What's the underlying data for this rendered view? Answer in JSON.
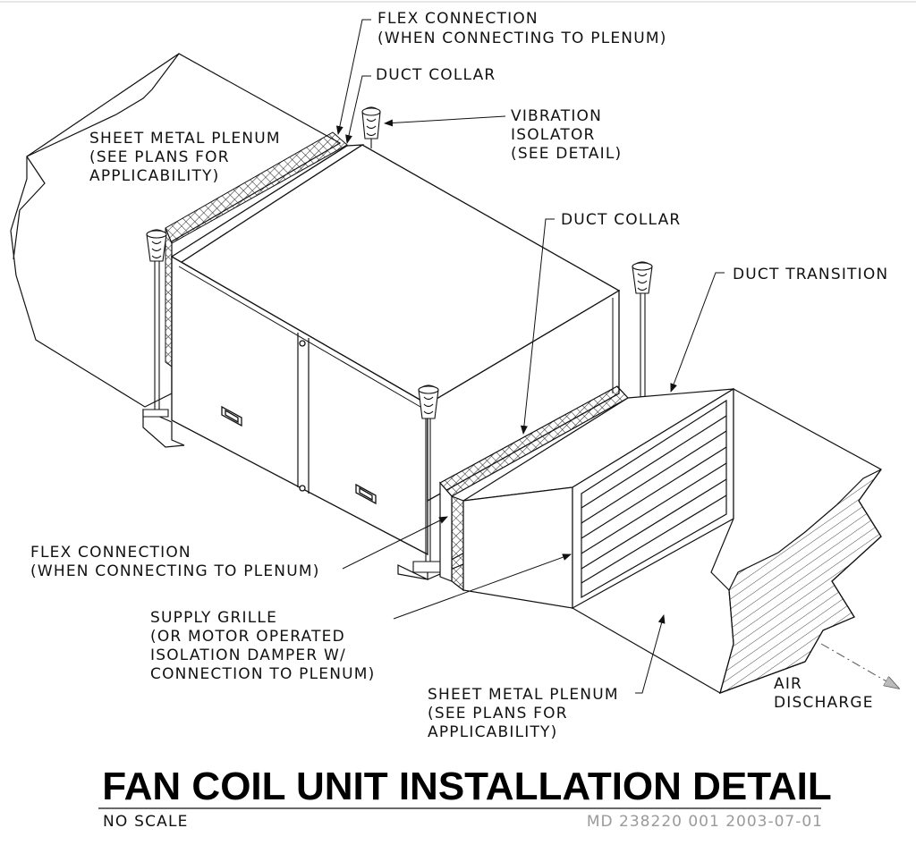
{
  "drawing": {
    "title": "FAN COIL UNIT INSTALLATION DETAIL",
    "scale_note": "NO SCALE",
    "reference": "MD 238220 001 2003-07-01"
  },
  "labels": {
    "flex_top": [
      "FLEX CONNECTION",
      "(WHEN CONNECTING TO PLENUM)"
    ],
    "duct_collar_top": [
      "DUCT COLLAR"
    ],
    "vibration_isolator": [
      "VIBRATION",
      "ISOLATOR",
      "(SEE DETAIL)"
    ],
    "plenum_left": [
      "SHEET METAL PLENUM",
      "(SEE PLANS FOR",
      "APPLICABILITY)"
    ],
    "duct_collar_mid": [
      "DUCT COLLAR"
    ],
    "duct_transition": [
      "DUCT TRANSITION"
    ],
    "flex_bottom": [
      "FLEX CONNECTION",
      "(WHEN CONNECTING TO PLENUM)"
    ],
    "supply_grille": [
      "SUPPLY GRILLE",
      "(OR MOTOR OPERATED",
      "ISOLATION DAMPER W/",
      "CONNECTION TO PLENUM)"
    ],
    "plenum_bottom": [
      "SHEET METAL PLENUM",
      "(SEE PLANS FOR",
      "APPLICABILITY)"
    ],
    "air_discharge": [
      "AIR",
      "DISCHARGE"
    ]
  }
}
